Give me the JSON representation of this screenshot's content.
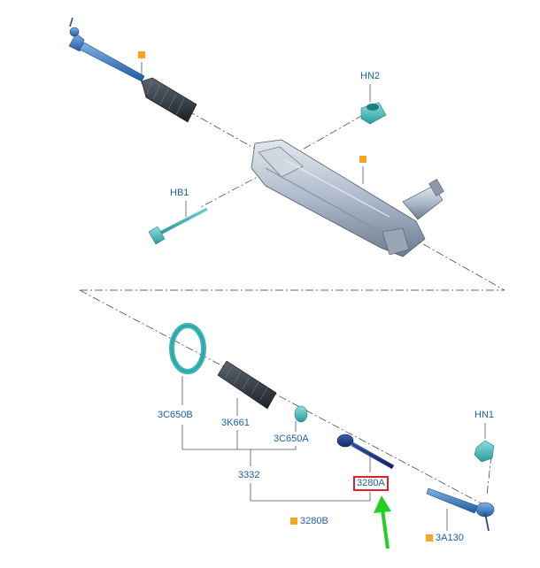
{
  "diagram": {
    "labels": {
      "hn2": "HN2",
      "hb1": "HB1",
      "c3c650b": "3C650B",
      "k3k661": "3K661",
      "c3c650a": "3C650A",
      "n3332": "3332",
      "n3280a": "3280A",
      "n3280b": "3280B",
      "hn1": "HN1",
      "a3a130": "3A130"
    },
    "colors": {
      "label": "#1f5fa8",
      "marker": "#f5a623",
      "highlight": "#e01f26",
      "arrow": "#22d022",
      "teal": "#39b5b5",
      "part_blue": "#3a78c0",
      "housing": "#b9c4cf"
    },
    "marked_labels": [
      "3280B",
      "3A130"
    ],
    "highlighted_label": "3280A"
  }
}
